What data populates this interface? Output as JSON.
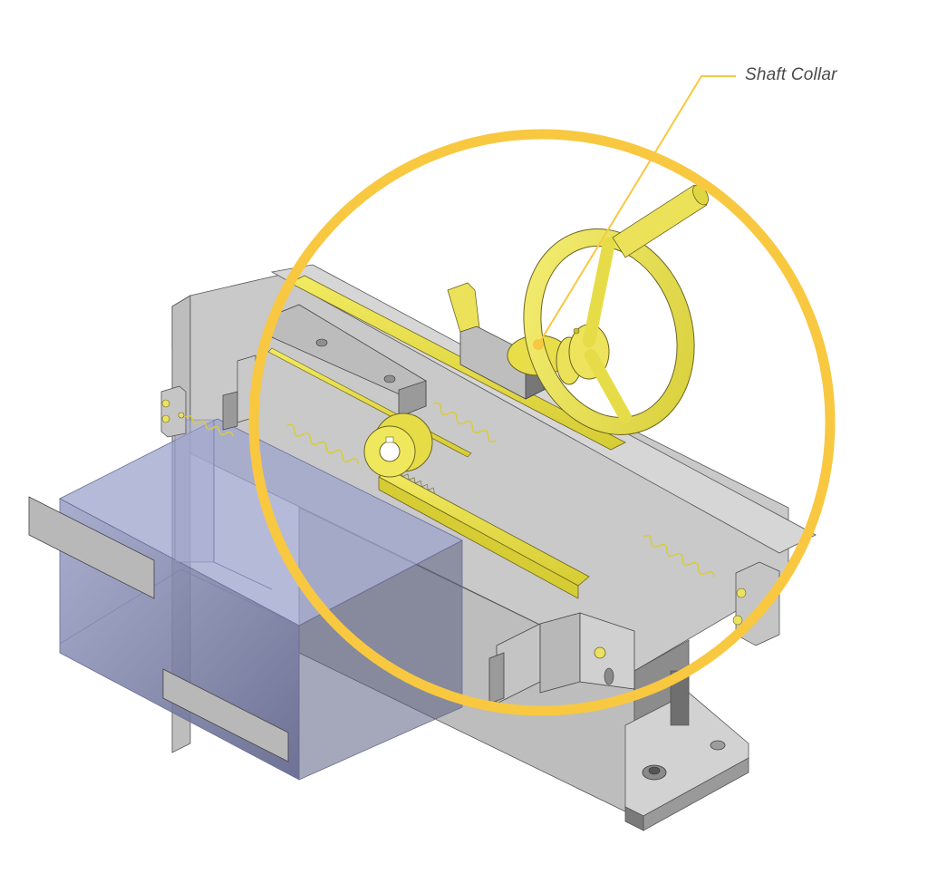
{
  "figure": {
    "type": "isometric CAD assembly illustration",
    "subject": "Rack-and-pinion slide mechanism with handwheel, springs, sensor bracket and translucent enclosure",
    "highlight_circle_color": "#F8C840",
    "part_highlight_color": "#EEE455",
    "body_gray": "#C8C8C8",
    "enclosure_tint": "#9A9EC4"
  },
  "callout": {
    "label": "Shaft Collar",
    "leader_color": "#F8C840",
    "text_color": "#4A4A4A"
  },
  "parts": [
    {
      "name": "handwheel",
      "highlighted": true
    },
    {
      "name": "handwheel-handle",
      "highlighted": true
    },
    {
      "name": "shaft-collar",
      "highlighted": true
    },
    {
      "name": "rack-gear",
      "highlighted": true
    },
    {
      "name": "pinion-gear",
      "highlighted": true
    },
    {
      "name": "lever-tab",
      "highlighted": true
    },
    {
      "name": "guide-strip",
      "highlighted": true
    },
    {
      "name": "springs",
      "highlighted": true
    },
    {
      "name": "screws",
      "highlighted": true
    },
    {
      "name": "base-frame",
      "highlighted": false
    },
    {
      "name": "sensor-bracket",
      "highlighted": false
    },
    {
      "name": "translucent-enclosure",
      "highlighted": false
    },
    {
      "name": "mounting-tabs",
      "highlighted": false
    }
  ]
}
